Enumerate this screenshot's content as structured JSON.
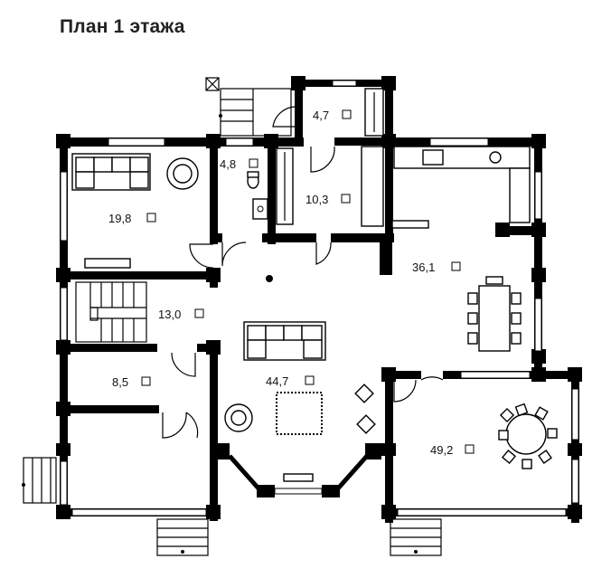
{
  "title": "План 1 этажа",
  "rooms": [
    {
      "id": "r1",
      "area": "19,8"
    },
    {
      "id": "r2",
      "area": "4,8"
    },
    {
      "id": "r3",
      "area": "4,7"
    },
    {
      "id": "r4",
      "area": "10,3"
    },
    {
      "id": "r5",
      "area": "36,1"
    },
    {
      "id": "r6",
      "area": "13,0"
    },
    {
      "id": "r7",
      "area": "8,5"
    },
    {
      "id": "r8",
      "area": "44,7"
    },
    {
      "id": "r9",
      "area": "49,2"
    }
  ]
}
